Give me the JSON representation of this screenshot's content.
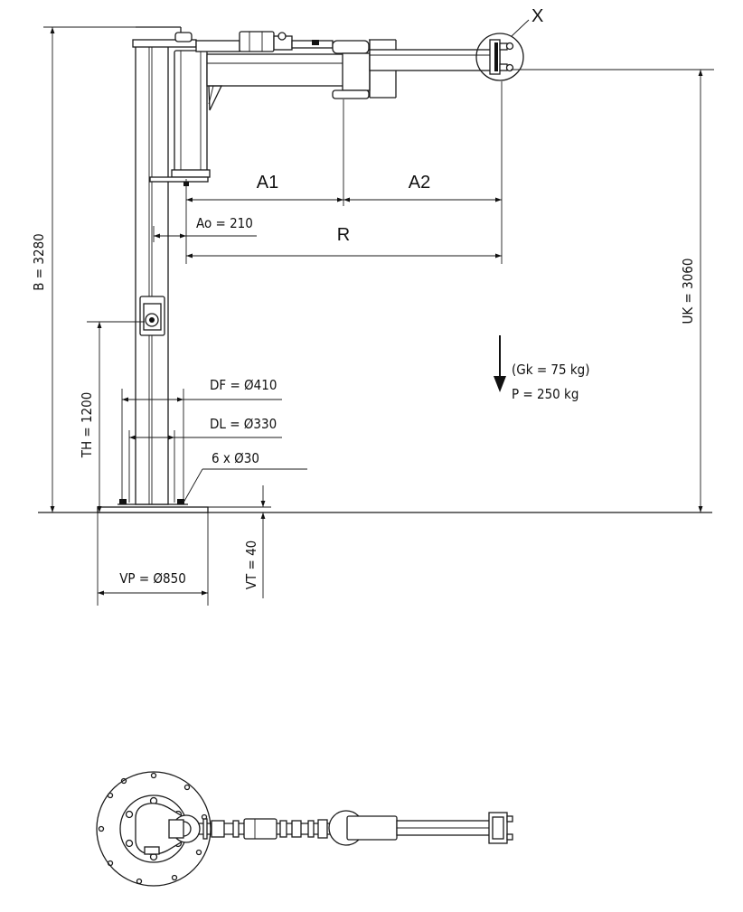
{
  "labels": {
    "detail_x": "X",
    "a1": "A1",
    "a2": "A2",
    "ao": "Ao = 210",
    "r": "R",
    "b": "B = 3280",
    "uk": "UK = 3060",
    "th": "TH = 1200",
    "df": "DF = Ø410",
    "dl": "DL = Ø330",
    "bolts": "6 x Ø30",
    "vp": "VP = Ø850",
    "vt": "VT = 40",
    "gk": "(Gk = 75 kg)",
    "p": "P = 250 kg"
  }
}
